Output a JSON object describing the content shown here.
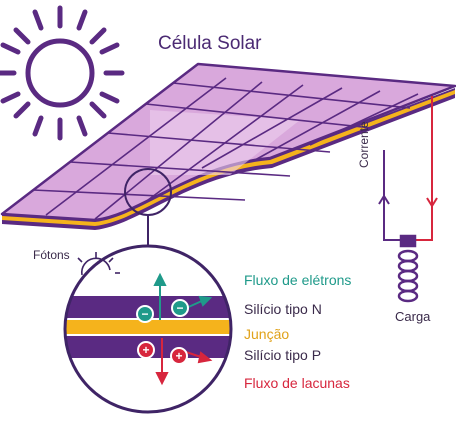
{
  "title": "Célula Solar",
  "labels": {
    "photons": "Fótons",
    "current": "Corrente",
    "load": "Carga"
  },
  "legend": {
    "electron_flow": "Fluxo de elétrons",
    "n_type": "Silício tipo N",
    "junction": "Junção",
    "p_type": "Silício tipo P",
    "hole_flow": "Fluxo de lacunas"
  },
  "particles": {
    "electron_symbol": "−",
    "hole_symbol": "+"
  },
  "colors": {
    "purple_dark": "#5a2a82",
    "purple_light": "#e7c6ea",
    "panel_face": "#d9a8dc",
    "junction_yellow": "#f5b31c",
    "electron_teal": "#1f9a8a",
    "hole_red": "#d7263d",
    "outline": "#3f2466"
  },
  "icons": [
    "sun-icon",
    "small-sun-icon",
    "load-coil-icon"
  ]
}
